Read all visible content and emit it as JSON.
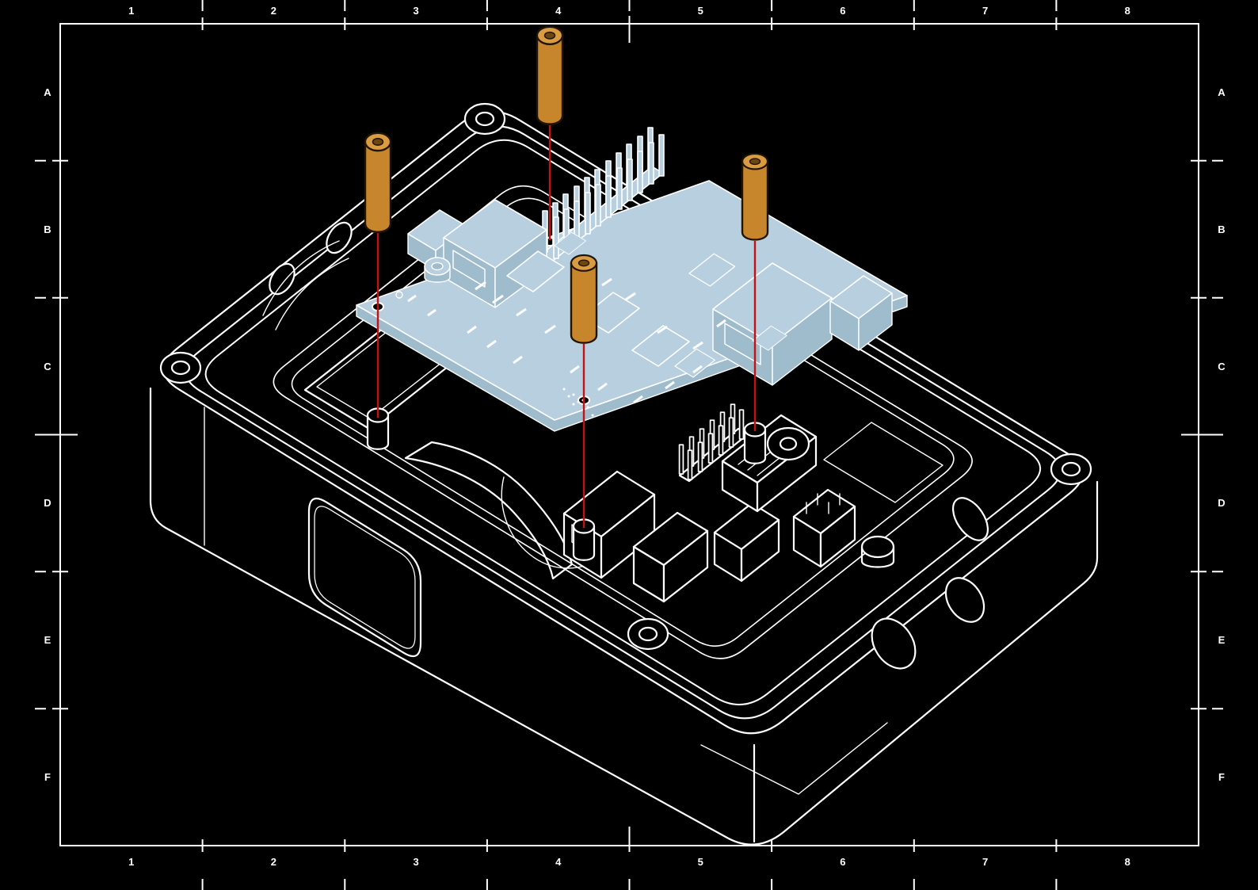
{
  "frame": {
    "columns": [
      "1",
      "2",
      "3",
      "4",
      "5",
      "6",
      "7",
      "8"
    ],
    "rows": [
      "A",
      "B",
      "C",
      "D",
      "E",
      "F"
    ]
  },
  "colors": {
    "background": "#000000",
    "line": "#ffffff",
    "pcb_fill": "#b7cfdf",
    "pcb_side": "#9fbccd",
    "standoff_fill": "#c8862c",
    "standoff_top": "#d99c42",
    "standoff_bore": "#6e4710",
    "standoff_stroke": "#201405",
    "alignment_line": "#c41111"
  }
}
